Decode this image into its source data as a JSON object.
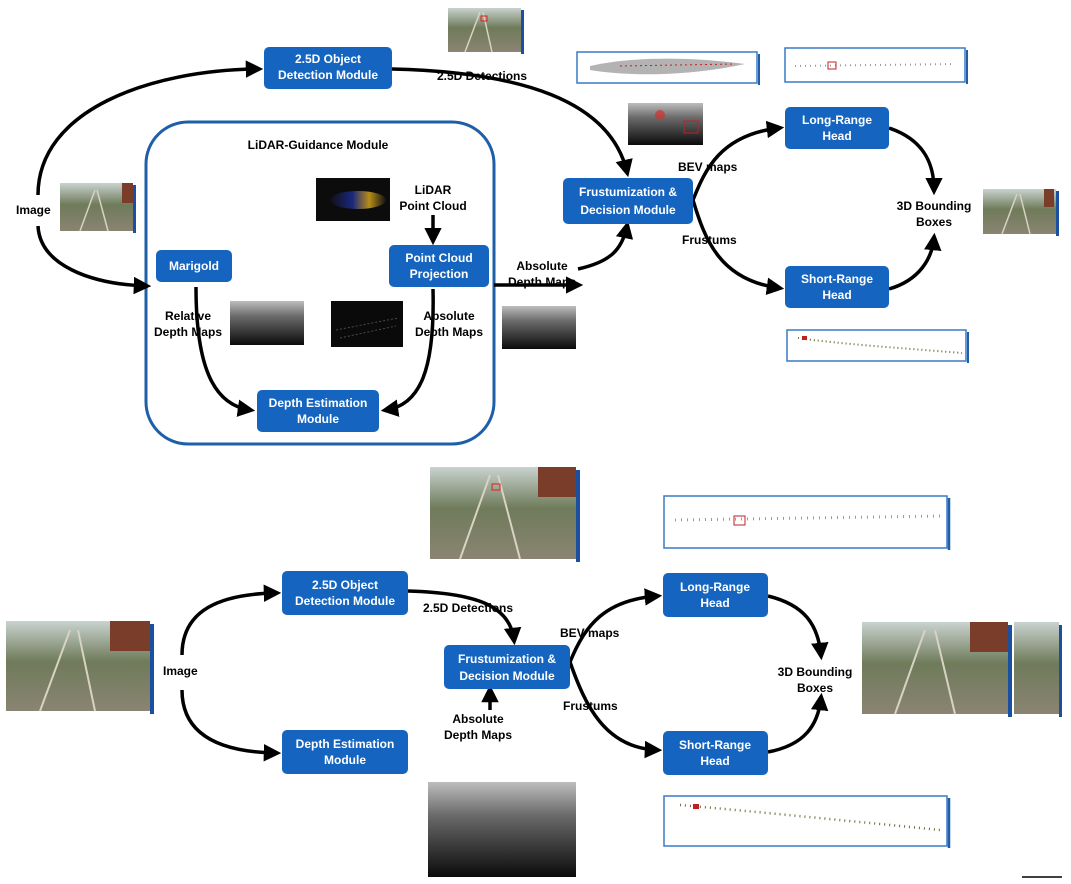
{
  "top": {
    "guidance_title": "LiDAR-Guidance Module",
    "boxes": {
      "object_detection": [
        "2.5D Object",
        "Detection Module"
      ],
      "frustumization": [
        "Frustumization &",
        "Decision Module"
      ],
      "long_range": [
        "Long-Range",
        "Head"
      ],
      "short_range": [
        "Short-Range",
        "Head"
      ],
      "marigold": [
        "Marigold"
      ],
      "point_cloud_projection": [
        "Point Cloud",
        "Projection"
      ],
      "depth_estimation": [
        "Depth Estimation",
        "Module"
      ]
    },
    "labels": {
      "image": "Image",
      "detections": "2.5D Detections",
      "bev_maps": "BEV maps",
      "frustums": "Frustums",
      "bounding_boxes": [
        "3D Bounding",
        "Boxes"
      ],
      "lidar": [
        "LiDAR",
        "Point Cloud"
      ],
      "relative_depth": [
        "Relative",
        "Depth Maps"
      ],
      "absolute_depth_inner": [
        "Absolute",
        "Depth Maps"
      ],
      "absolute_depth_outer": [
        "Absolute",
        "Depth Maps"
      ]
    }
  },
  "bottom": {
    "boxes": {
      "object_detection": [
        "2.5D Object",
        "Detection Module"
      ],
      "frustumization": [
        "Frustumization &",
        "Decision Module"
      ],
      "long_range": [
        "Long-Range",
        "Head"
      ],
      "short_range": [
        "Short-Range",
        "Head"
      ],
      "depth_estimation": [
        "Depth Estimation",
        "Module"
      ]
    },
    "labels": {
      "image": "Image",
      "detections": "2.5D Detections",
      "bev_maps": "BEV maps",
      "frustums": "Frustums",
      "bounding_boxes": [
        "3D Bounding",
        "Boxes"
      ],
      "absolute_depth": [
        "Absolute",
        "Depth Maps"
      ]
    }
  },
  "colors": {
    "module_blue": "#1565c0",
    "frame_blue": "#1e5fa8",
    "arrow": "#000000"
  }
}
